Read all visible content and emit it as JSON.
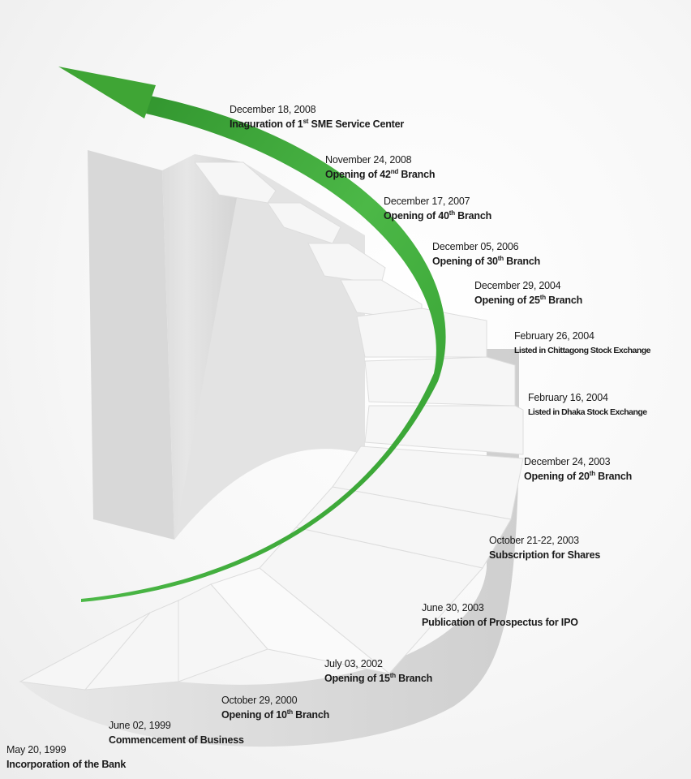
{
  "milestones": [
    {
      "date": "December 18, 2008",
      "title_pre": "Inaguration of 1",
      "title_sup": "st",
      "title_post": " SME Service Center"
    },
    {
      "date": "November 24, 2008",
      "title_pre": "Opening of 42",
      "title_sup": "nd",
      "title_post": " Branch"
    },
    {
      "date": "December 17, 2007",
      "title_pre": "Opening of 40",
      "title_sup": "th",
      "title_post": " Branch"
    },
    {
      "date": "December 05, 2006",
      "title_pre": "Opening of 30",
      "title_sup": "th",
      "title_post": " Branch"
    },
    {
      "date": "December 29, 2004",
      "title_pre": "Opening of 25",
      "title_sup": "th",
      "title_post": " Branch"
    },
    {
      "date": "February 26, 2004",
      "title_pre": "Listed in Chittagong Stock Exchange",
      "title_sup": "",
      "title_post": ""
    },
    {
      "date": "February 16, 2004",
      "title_pre": "Listed in Dhaka Stock Exchange",
      "title_sup": "",
      "title_post": ""
    },
    {
      "date": "December 24, 2003",
      "title_pre": "Opening of 20",
      "title_sup": "th",
      "title_post": " Branch"
    },
    {
      "date": "October 21-22, 2003",
      "title_pre": "Subscription for Shares",
      "title_sup": "",
      "title_post": ""
    },
    {
      "date": "June 30, 2003",
      "title_pre": "Publication of Prospectus for IPO",
      "title_sup": "",
      "title_post": ""
    },
    {
      "date": "July 03, 2002",
      "title_pre": "Opening of 15",
      "title_sup": "th",
      "title_post": " Branch"
    },
    {
      "date": "October 29, 2000",
      "title_pre": "Opening of 10",
      "title_sup": "th",
      "title_post": " Branch"
    },
    {
      "date": "June 02, 1999",
      "title_pre": "Commencement of Business",
      "title_sup": "",
      "title_post": ""
    },
    {
      "date": "May 20, 1999",
      "title_pre": "Incorporation of the Bank",
      "title_sup": "",
      "title_post": ""
    }
  ],
  "colors": {
    "arrow": "#3fa535",
    "stairs": "#f4f4f4",
    "shadow": "#cfcfcf"
  },
  "icons": {
    "arrow": "growth-arrow-icon"
  }
}
